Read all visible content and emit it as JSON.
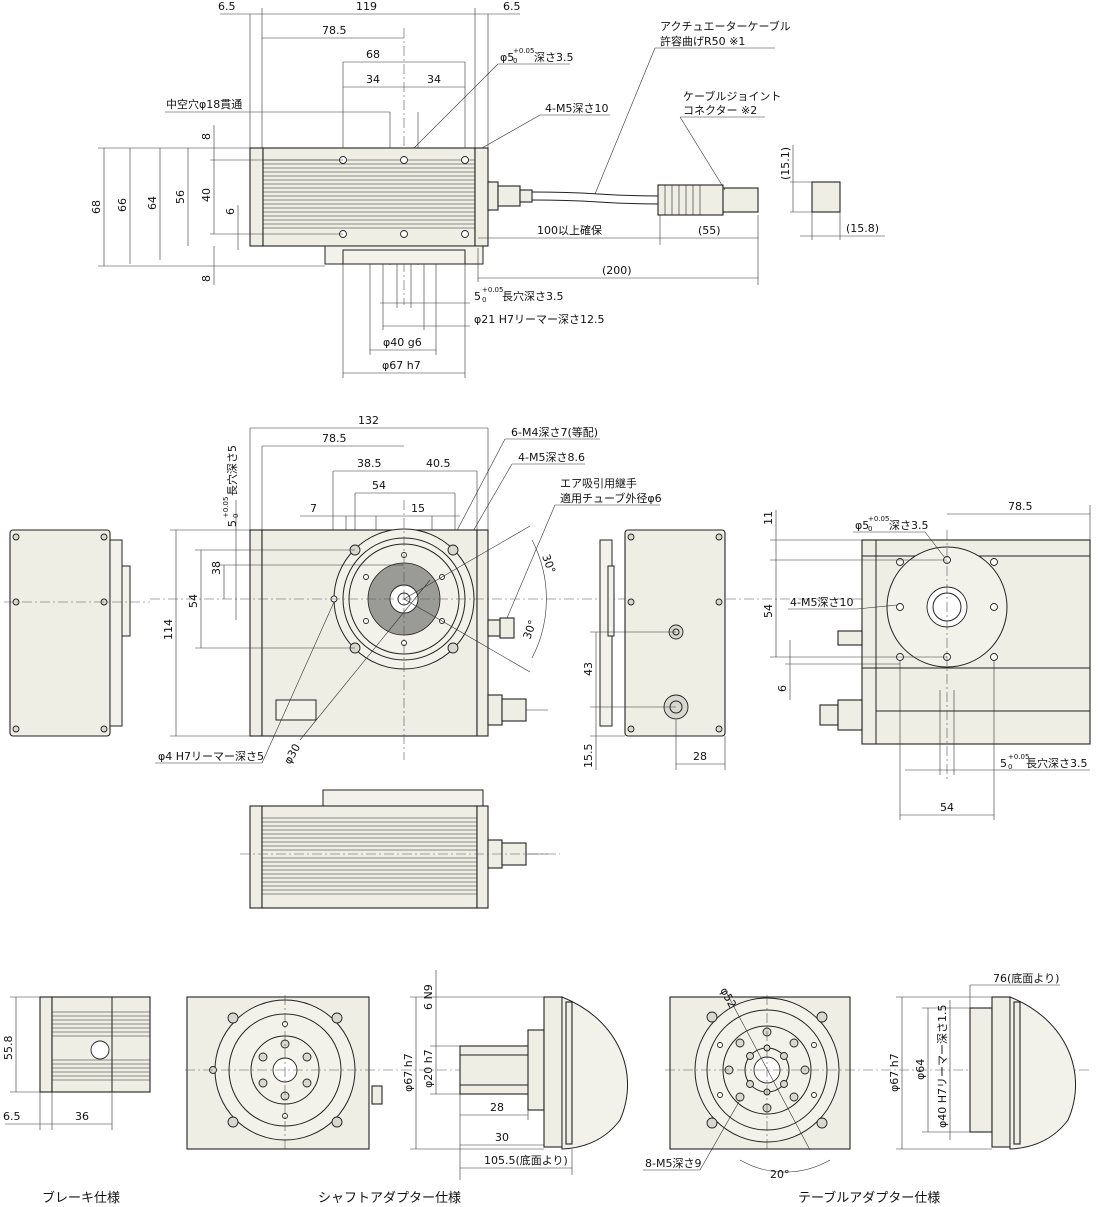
{
  "top_view": {
    "dim_65_left": "6.5",
    "dim_119": "119",
    "dim_65_right": "6.5",
    "dim_785": "78.5",
    "dim_68_w": "68",
    "dim_34_a": "34",
    "dim_34_b": "34",
    "hole_label": "φ5",
    "hole_tol": "+0.05",
    "hole_tol0": "0",
    "hole_depth": "深さ3.5",
    "m5_label": "4-M5深さ10",
    "hollow_label": "中空穴φ18貫通",
    "cable_label_1": "アクチュエーターケーブル",
    "cable_label_2": "許容曲げR50 ※1",
    "joint_label_1": "ケーブルジョイント",
    "joint_label_2": "コネクター ※2",
    "v_68": "68",
    "v_66": "66",
    "v_64": "64",
    "v_56": "56",
    "v_40": "40",
    "v_8_top": "8",
    "v_6": "6",
    "v_8_bot": "8",
    "dim_100": "100以上確保",
    "dim_55": "(55)",
    "dim_200": "(200)",
    "dim_151": "(15.1)",
    "dim_158": "(15.8)",
    "slot_label": "5",
    "slot_tol": "+0.05",
    "slot_tol0": "0",
    "slot_text": "長穴深さ3.5",
    "reamer_label": "φ21 H7リーマー深さ12.5",
    "phi40": "φ40 g6",
    "phi67": "φ67 h7"
  },
  "front_view": {
    "dim_132": "132",
    "dim_785": "78.5",
    "dim_385": "38.5",
    "dim_405": "40.5",
    "dim_54": "54",
    "dim_7": "7",
    "dim_15": "15",
    "m4_label": "6-M4深さ7(等配)",
    "m5_label": "4-M5深さ8.6",
    "air_1": "エア吸引用継手",
    "air_2": "適用チューブ外径φ6",
    "slot_vert": "5",
    "slot_vert_tol": "+0.05",
    "slot_vert_tol0": "0",
    "slot_vert_text": "長穴深さ5",
    "v_114": "114",
    "v_54": "54",
    "v_38": "38",
    "ang_30a": "30°",
    "ang_30b": "30°",
    "reamer4": "φ4 H7リーマー深さ5",
    "phi30": "φ30"
  },
  "side_view": {
    "v_43": "43",
    "v_155": "15.5",
    "h_28": "28"
  },
  "rear_view": {
    "dim_785": "78.5",
    "hole_label": "φ5",
    "hole_tol": "+0.05",
    "hole_tol0": "0",
    "hole_depth": "深さ3.5",
    "v_11": "11",
    "v_54": "54",
    "v_6": "6",
    "m5_label": "4-M5深さ10",
    "slot_label": "5",
    "slot_tol": "+0.05",
    "slot_tol0": "0",
    "slot_text": "長穴深さ3.5",
    "h_54": "54"
  },
  "brake": {
    "v_558": "55.8",
    "h_65": "6.5",
    "h_36": "36",
    "caption": "ブレーキ仕様"
  },
  "shaft": {
    "n9": "6 N9",
    "phi67": "φ67 h7",
    "phi20": "φ20 h7",
    "h_28": "28",
    "h_30": "30",
    "h_1055": "105.5(底面より)",
    "caption": "シャフトアダプター仕様"
  },
  "table": {
    "phi52": "φ52",
    "m5": "8-M5深さ9",
    "ang20": "20°",
    "dim_76": "76(底面より)",
    "phi67": "φ67 h7",
    "phi64": "φ64",
    "phi40": "φ40 H7リーマー深さ1.5",
    "caption": "テーブルアダプター仕様"
  }
}
